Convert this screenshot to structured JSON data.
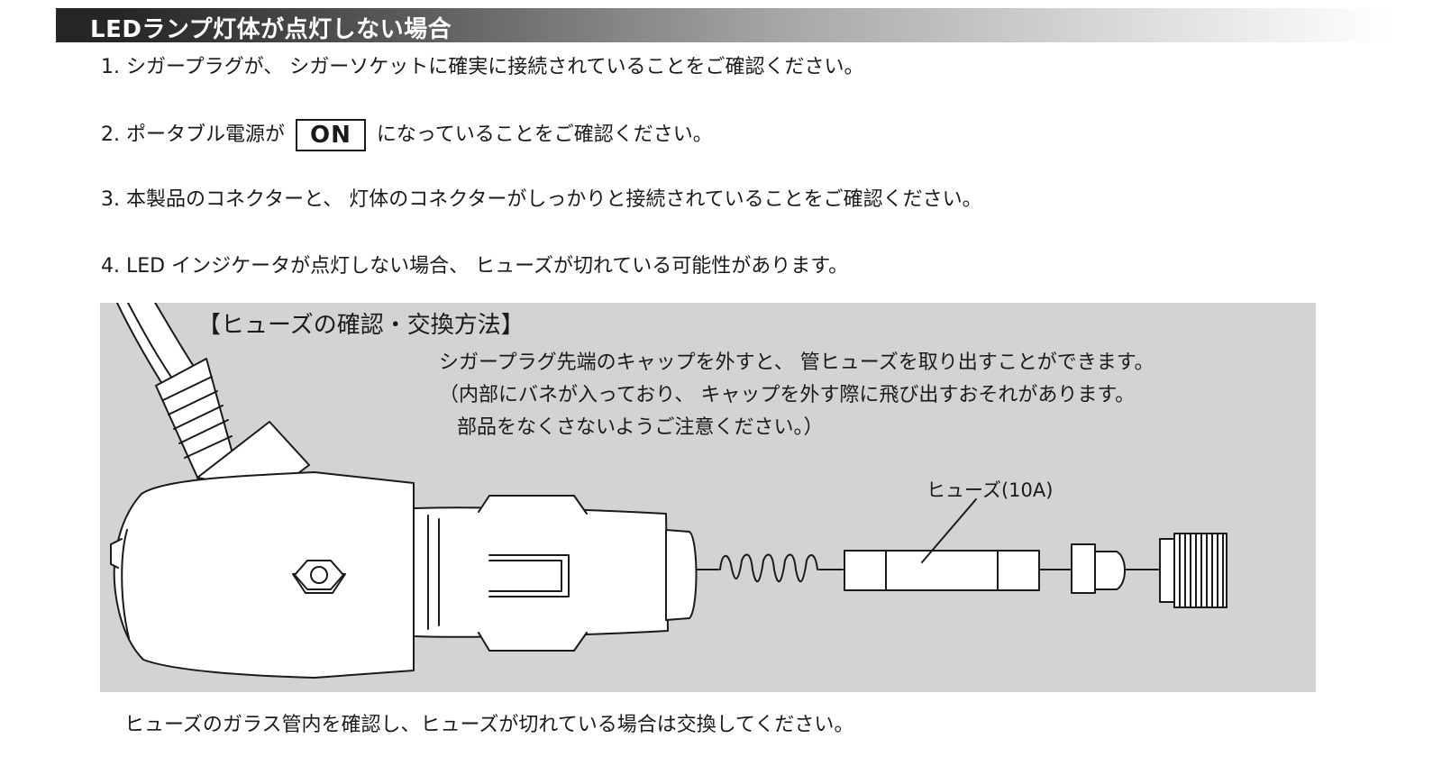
{
  "header": {
    "title": "LEDランプ灯体が点灯しない場合"
  },
  "steps": {
    "s1": "1. シガープラグが、 シガーソケットに確実に接続されていることをご確認ください。",
    "s2_before": "2. ポータブル電源が",
    "s2_badge": "ON",
    "s2_after": "になっていることをご確認ください。",
    "s3": "3. 本製品のコネクターと、 灯体のコネクターがしっかりと接続されていることをご確認ください。",
    "s4": "4. LED インジケータが点灯しない場合、 ヒューズが切れている可能性があります。"
  },
  "panel": {
    "title": "【ヒューズの確認・交換方法】",
    "note1": "シガープラグ先端のキャップを外すと、 管ヒューズを取り出すことができます。",
    "note2": "（内部にバネが入っており、 キャップを外す際に飛び出すおそれがあります。",
    "note3": "部品をなくさないようご注意ください。）",
    "fuse_label": "ヒューズ(10A)"
  },
  "footer": {
    "text": "ヒューズのガラス管内を確認し、ヒューズが切れている場合は交換してください。"
  },
  "colors": {
    "panel_bg": "#d3d3d3",
    "line": "#1a1a1a",
    "part_fill": "#ffffff"
  },
  "icons": [
    "cigarette-plug-icon",
    "spring-icon",
    "glass-fuse-icon",
    "contact-tip-icon",
    "end-cap-icon"
  ]
}
